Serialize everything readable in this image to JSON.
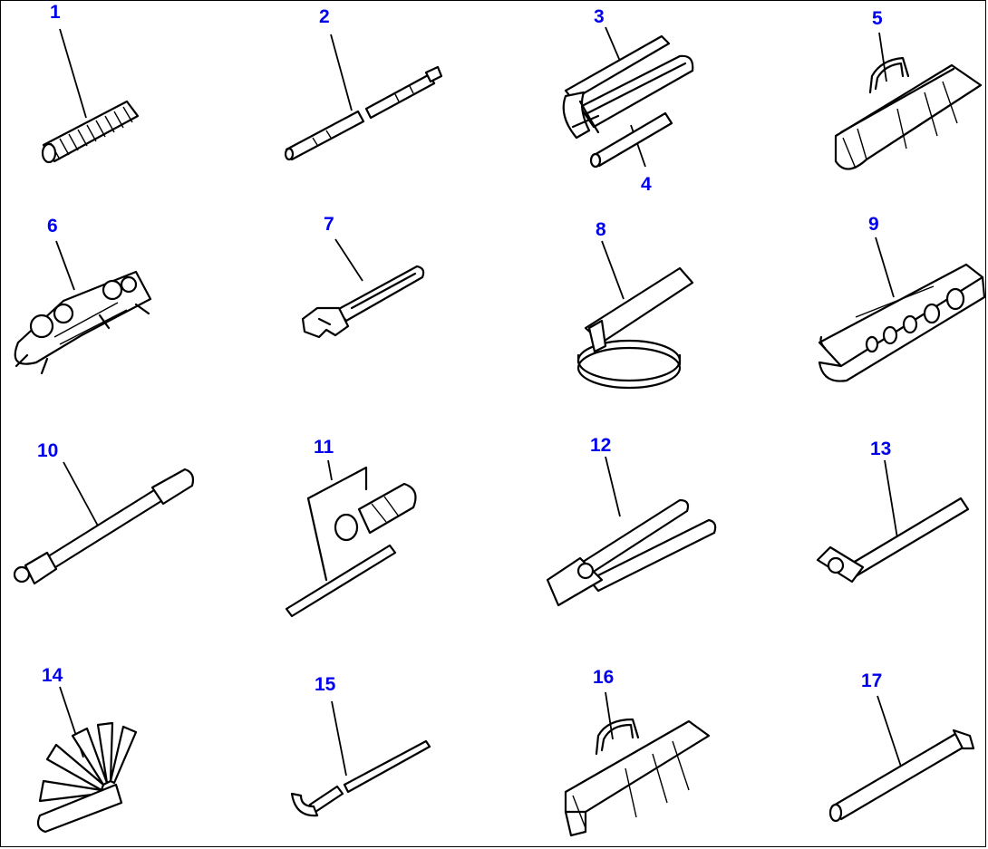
{
  "callout_color": "#0000ee",
  "items": [
    {
      "label": "1"
    },
    {
      "label": "2"
    },
    {
      "label": "3"
    },
    {
      "label": "4"
    },
    {
      "label": "5"
    },
    {
      "label": "6"
    },
    {
      "label": "7"
    },
    {
      "label": "8"
    },
    {
      "label": "9"
    },
    {
      "label": "10"
    },
    {
      "label": "11"
    },
    {
      "label": "12"
    },
    {
      "label": "13"
    },
    {
      "label": "14"
    },
    {
      "label": "15"
    },
    {
      "label": "16"
    },
    {
      "label": "17"
    }
  ]
}
